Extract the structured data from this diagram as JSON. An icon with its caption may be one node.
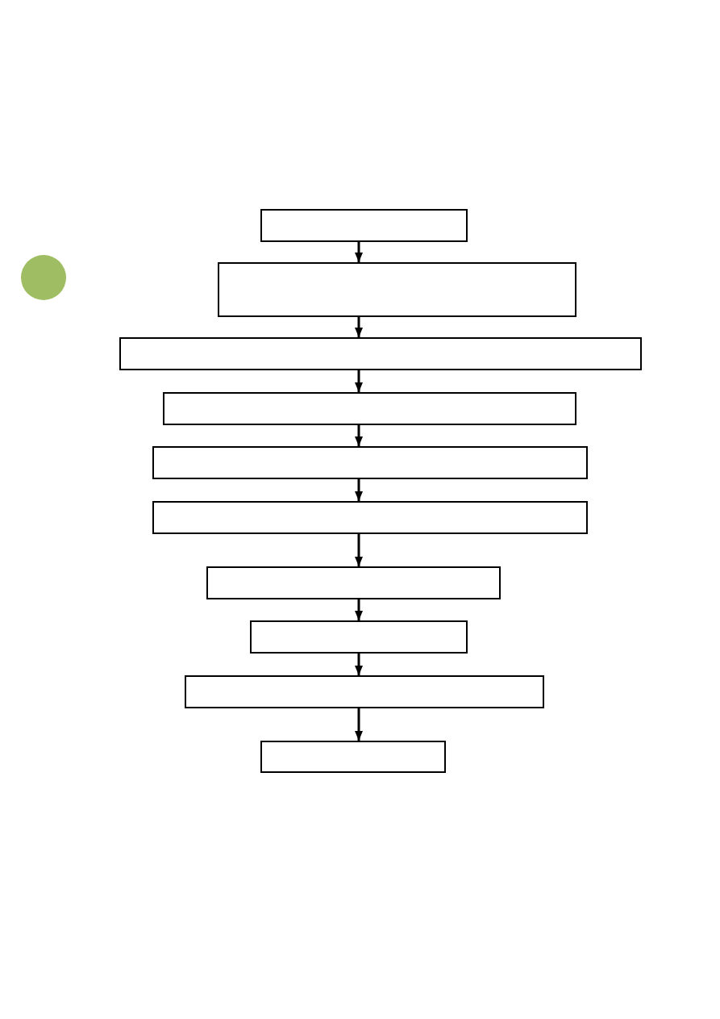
{
  "diagram": {
    "nodes": [
      {
        "text": [],
        "shape": "box"
      },
      {
        "text": [],
        "shape": "box"
      },
      {
        "text": [],
        "shape": "box"
      },
      {
        "text": [],
        "shape": "box"
      },
      {
        "text": [],
        "shape": "box"
      },
      {
        "text": [],
        "shape": "box"
      },
      {
        "text": [],
        "shape": "box"
      },
      {
        "text": [],
        "shape": "box"
      },
      {
        "text": [],
        "shape": "box"
      },
      {
        "text": [],
        "shape": "box"
      }
    ],
    "edges": [
      {
        "from": 0,
        "to": 1,
        "arrow": "to"
      },
      {
        "from": 1,
        "to": 2,
        "arrow": "to"
      },
      {
        "from": 2,
        "to": 3,
        "arrow": "to"
      },
      {
        "from": 3,
        "to": 4,
        "arrow": "to"
      },
      {
        "from": 4,
        "to": 5,
        "arrow": "to"
      },
      {
        "from": 5,
        "to": 6,
        "arrow": "to"
      },
      {
        "from": 6,
        "to": 7,
        "arrow": "to"
      },
      {
        "from": 7,
        "to": 8,
        "arrow": "to"
      },
      {
        "from": 8,
        "to": 9,
        "arrow": "to"
      }
    ]
  }
}
